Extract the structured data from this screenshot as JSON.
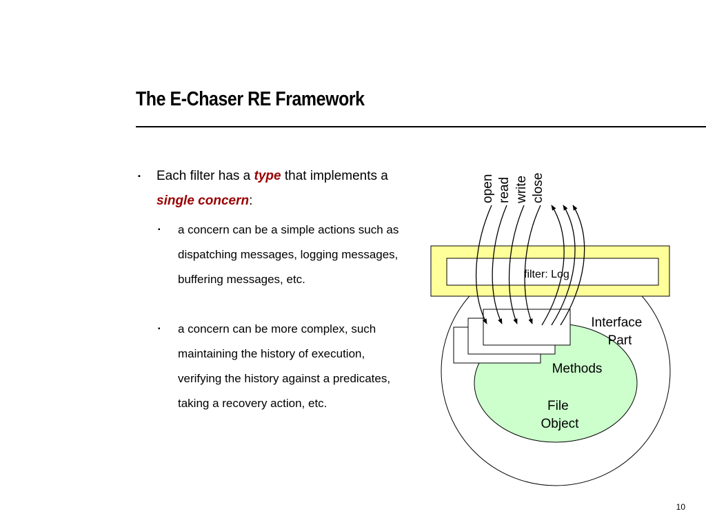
{
  "slide": {
    "title": "The E-Chaser RE Framework",
    "number": "10"
  },
  "bullets": {
    "marker": "▪",
    "main": {
      "part1": "Each filter has a ",
      "type": "type",
      "part2": " that implements a ",
      "single_concern": "single concern",
      "part3": ":"
    },
    "sub": [
      "a concern can be a simple actions such as dispatching messages, logging messages, buffering messages, etc.",
      "a concern can be more complex, such maintaining the history of execution, verifying the history against a predicates, taking a recovery action, etc."
    ]
  },
  "diagram": {
    "messages": [
      "open",
      "read",
      "write",
      "close"
    ],
    "filter_label": "filter: Log",
    "interface_label": [
      "Interface",
      "Part"
    ],
    "methods_label": "Methods",
    "object_label": [
      "File",
      "Object"
    ],
    "colors": {
      "filter_box": "#ffff99",
      "object_ellipse": "#ccffcc",
      "outline": "#000000"
    }
  }
}
